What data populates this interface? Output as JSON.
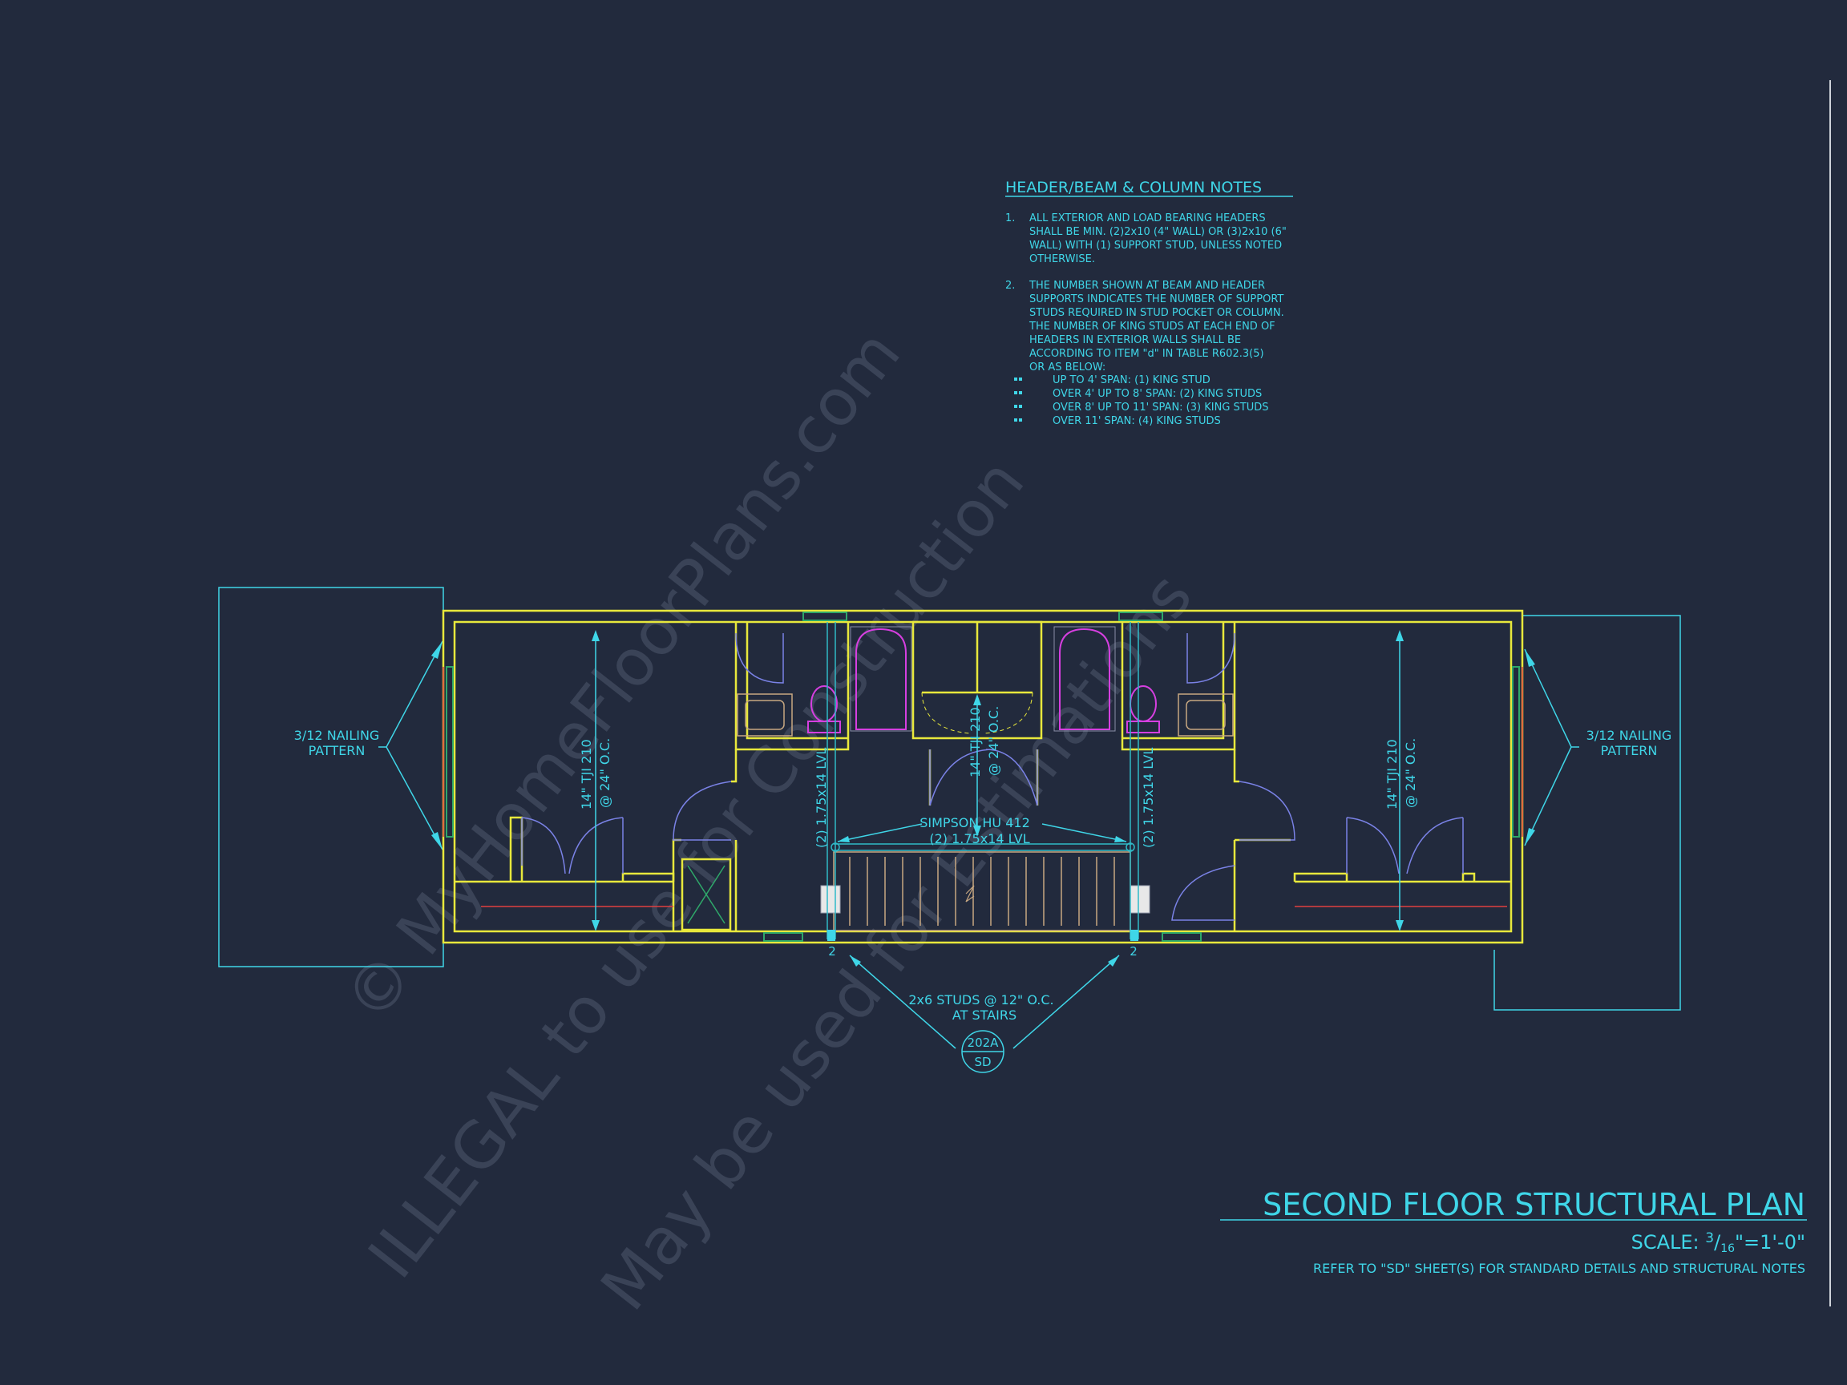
{
  "notes": {
    "title": "HEADER/BEAM & COLUMN NOTES",
    "note1_num": "1.",
    "note1_lines": [
      "ALL EXTERIOR AND LOAD BEARING HEADERS",
      "SHALL BE MIN. (2)2x10 (4\" WALL) OR (3)2x10 (6\"",
      "WALL) WITH (1) SUPPORT STUD, UNLESS NOTED",
      "OTHERWISE."
    ],
    "note2_num": "2.",
    "note2_lines": [
      "THE NUMBER SHOWN AT BEAM AND HEADER",
      "SUPPORTS INDICATES THE NUMBER OF SUPPORT",
      "STUDS REQUIRED IN STUD POCKET OR COLUMN.",
      "THE NUMBER OF KING STUDS AT EACH END OF",
      "HEADERS IN EXTERIOR WALLS SHALL BE",
      "ACCORDING TO ITEM \"d\" IN TABLE R602.3(5)",
      "OR AS BELOW:"
    ],
    "bullets": [
      "UP TO 4' SPAN: (1) KING STUD",
      "OVER 4' UP TO 8' SPAN: (2) KING STUDS",
      "OVER 8' UP TO 11' SPAN: (3) KING STUDS",
      "OVER 11' SPAN: (4) KING STUDS"
    ]
  },
  "labels": {
    "nailing_left_1": "3/12 NAILING",
    "nailing_left_2": "PATTERN",
    "nailing_right_1": "3/12 NAILING",
    "nailing_right_2": "PATTERN",
    "joist_left_1": "14\" TJI 210",
    "joist_left_2": "@ 24\" O.C.",
    "joist_center_1": "14\" TJI 210",
    "joist_center_2": "@ 24\" O.C.",
    "joist_right_1": "14\" TJI 210",
    "joist_right_2": "@ 24\" O.C.",
    "lvl_left": "(2) 1.75x14 LVL",
    "lvl_right": "(2) 1.75x14 LVL",
    "hanger_1": "SIMPSON HU 412",
    "hanger_2": "(2) 1.75x14 LVL",
    "stud_left": "2",
    "stud_right": "2",
    "studs_1": "2x6 STUDS @ 12\" O.C.",
    "studs_2": "AT STAIRS",
    "detail_top": "202A",
    "detail_bottom": "SD"
  },
  "title_block": {
    "title": "SECOND FLOOR STRUCTURAL PLAN",
    "scale_prefix": "SCALE: ",
    "scale_num": "3",
    "scale_den": "16",
    "scale_suffix": "\"=1'-0\"",
    "refer": "REFER TO \"SD\" SHEET(S) FOR STANDARD DETAILS AND STRUCTURAL NOTES"
  },
  "watermark": {
    "line1": "© MyHomeFloorPlans.com",
    "line2": "ILLEGAL to use for Construction",
    "line3": "May be used for Estimations"
  },
  "colors": {
    "background": "#222a3d",
    "walls": "#e8e83c",
    "annotation": "#3fd6e8",
    "doors": "#7a82e6",
    "fixtures": "#d63fe0",
    "stairs": "#c8a882",
    "beam": "#2fb9c7"
  }
}
